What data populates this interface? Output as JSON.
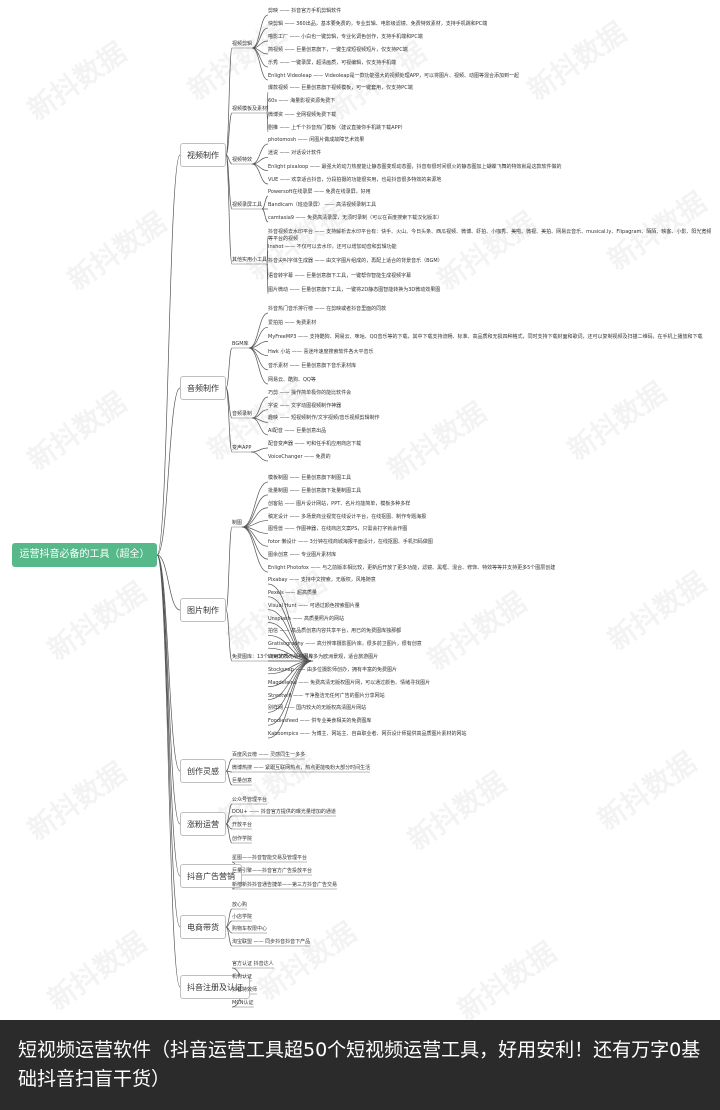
{
  "root": "运营抖音必备的工具（超全）",
  "watermark": "新抖数据",
  "caption": "短视频运营软件（抖音运营工具超50个短视频运营工具，好用安利！还有万字0基础抖音扫盲干货）",
  "categories": [
    {
      "label": "视频制作",
      "subs": [
        {
          "label": "视频剪辑",
          "items": [
            "剪映 —— 抖音官方手机剪辑软件",
            "快剪辑 —— 360出品，基本要免费的，专业剪辑、电影级滤镜、免费特效素材，支持手机跳和PC端",
            "喵影工厂 —— 小白也一键剪辑，专业化调色创作，支持手机端和PC端",
            "简视频 —— 巨量创意旗下，一键生成短视频短片，仅支持PC端",
            "乐秀 —— 一键录屏，超清画质，可视编辑，仅支持手机端",
            "Enlight Videoleap —— Videoleap是一款功能强大的视频处理APP，可以将图片、视频、动图等混合添加到一起"
          ]
        },
        {
          "label": "视频模板及素材",
          "items": [
            "爆款视频 —— 巨量创意旗下视频模板，可一键套用，仅支持PC端",
            "60s —— 海量影视资源免费下",
            "微博资 —— 全网视频免费下载",
            "剧推 —— 上千个抖音热门模板（建议直接你手机跳下载APP）"
          ]
        },
        {
          "label": "视频特效",
          "items": [
            "photomosh —— 闲图片做成故障艺术效果",
            "迷说 —— 对话设计软件",
            "Enlight pixaloop —— 最强大的动力热度能让静态图变现动态图，抖音有很时间很火的静态图加上蝴蝶飞舞的特效就是这款软件做的",
            "VUE —— 欢享适合抖音，分段拍摄的功能很实用，也是抖音很多特效的来源地"
          ]
        },
        {
          "label": "视频录屏工具",
          "items": [
            "Powersoft在线录屏 —— 免费在线录屏，好用",
            "Bandicam（班迪录屏） —— 高清视频录制工具",
            "camtasia9 —— 免费高清录屏，无须时录制（可以在百度搜索下载汉化版本）"
          ]
        },
        {
          "label": "其他实用小工具",
          "items": [
            "抖音视频去水印平台 —— 支持解析去水印平台有：快手、火山、今日头条、西瓜视频、微博、虾拍、小咖秀、美啦、微视、美拍、网易云音乐、musical.ly、Flipagram、陌陌、映客、小影、阳光宽频等平台的视频",
            "Inshot —— 不仅可以去水印，还可以增加动音和剪辑功能",
            "抖音尖叫字体生成器 —— 由文字图片组成的，再配上适合的背景音乐（BGM）",
            "语音转字幕 —— 巨量创意旗下工具，一键帮你智能生成视频字幕",
            "图片微动 —— 巨量创意旗下工具，一键将2D静态图智能转换为3D微动效果图"
          ]
        }
      ]
    },
    {
      "label": "音频制作",
      "subs": [
        {
          "label": "BGM库",
          "items": [
            "抖音热门音乐排行榜 —— 在剪映或者抖音里面的同款",
            "爱拍拍 —— 免费素材",
            "MyFreeMP3 —— 支持酷狗、网易云、咪咕、QQ音乐等的下载，其中下载支持流畅、标准、高品质和无损四种格式，同时支持下载封面和歌词，还可以复制视频及扫描二维码，在手机上播放和下载",
            "Hwk 小站 —— 喜迷咔速度搜索软件各大平音乐",
            "音乐素材 —— 巨量创意旗下音乐素材库",
            "网易云、酷狗、QQ等"
          ]
        },
        {
          "label": "音频录制",
          "items": [
            "巧剪 —— 操作简单极你的能比软件会",
            "字说 —— 文字动图视频制作神器",
            "趣映 —— 短视频制作/文字视频/音乐视频剪辑制作",
            "AI配音 —— 巨量创意出品"
          ]
        },
        {
          "label": "变声APP",
          "items": [
            "配音变声器 —— 可和任手机应用商店下载",
            "VoiceChanger —— 免费的"
          ]
        }
      ]
    },
    {
      "label": "图片制作",
      "subs": [
        {
          "label": "制图",
          "items": [
            "模板制图 —— 巨量创意旗下制图工具",
            "批量制图 —— 巨量创意旗下批量制图工具",
            "创客贴 —— 图片设计网站，PPT、名片均能简单，模板多种多样",
            "稿定设计 —— 多场景商业视觉在线设计平台，在线抠图、制作专题海报",
            "图怪兽 —— 作图神器，在线商店文案PS，只需会打字就会作图",
            "fotor 懒设计 —— 3分钟在线商城海报平面设计，在线抠图、手机扫码做图",
            "图余创意 —— 专业图片素材库",
            "Enlight Photofox —— 与之前版本相比较，更新后开放了更多功能，滤镜、黑框、混合、修饰、特效等等并支持更多5个图层创建"
          ]
        },
        {
          "label": "免费图库：13个商用优质无版权图库",
          "items": [
            "Pixabay —— 支持中文搜索，无版权，风格随意",
            "Pexels —— 超高质量",
            "Visual Hunt —— 可通过颜色搜索图片量",
            "Unsplash —— 高质量照片的网站",
            "拍信 —— 高品质创意内容共享平台，用已的免费图库独那都",
            "Gratisography —— 高分辨率摄影图片库，很多前卫图片，很有创意",
            "LifeOfPix —— 图片多为欧洲景观，适合旅游图片",
            "Stocksnap —— 由多位摄影师创办，拥有丰富的免费图片",
            "Magdeleine —— 免费高清无版权图片网，可以通过颜色、情绪寻找图片",
            "Streetwill —— 干净整洁无任何广告的图片分享网站",
            "别样网 —— 国内较大的无版权高清图片网站",
            "Foodiesfeed —— 供专业美食相关的免费图库",
            "Kaboompics —— 为博主、网站主、自由职业者、网页设计师提供高品质图片素材的网站"
          ]
        }
      ]
    },
    {
      "label": "创作灵感",
      "subs": [
        {
          "label": "百度风云榜 —— 灵感同生一多多",
          "items": []
        },
        {
          "label": "微博热搜 —— 紧跟互联网热点，热点更能吸粉大部分时间生活",
          "items": []
        },
        {
          "label": "巨量创意",
          "items": []
        }
      ]
    },
    {
      "label": "涨粉运营",
      "subs": [
        {
          "label": "公众号管理平台",
          "items": []
        },
        {
          "label": "DOU+ —— 抖音官方提供的曝光量增加的通道",
          "items": []
        },
        {
          "label": "开放平台",
          "items": []
        },
        {
          "label": "创作学院",
          "items": []
        }
      ]
    },
    {
      "label": "抖音广告营销",
      "subs": [
        {
          "label": "星图——抖音智能交易及管理平台",
          "items": []
        },
        {
          "label": "巨量引擎——抖音官方广告投放平台",
          "items": []
        },
        {
          "label": "新榜新抖抖音通告捷单——第三方抖音广告交易",
          "items": []
        }
      ]
    },
    {
      "label": "电商带货",
      "subs": [
        {
          "label": "放心购",
          "items": []
        },
        {
          "label": "小店学院",
          "items": []
        },
        {
          "label": "购物车权限中心",
          "items": []
        },
        {
          "label": "淘宝联盟 —— 同步抖音抖音下产品",
          "items": []
        }
      ]
    },
    {
      "label": "抖音注册及认证",
      "subs": [
        {
          "label": "官方认证 抖音达人",
          "items": []
        },
        {
          "label": "机构认证",
          "items": []
        },
        {
          "label": "抖音特效师",
          "items": []
        },
        {
          "label": "MCN认证",
          "items": []
        }
      ]
    }
  ]
}
